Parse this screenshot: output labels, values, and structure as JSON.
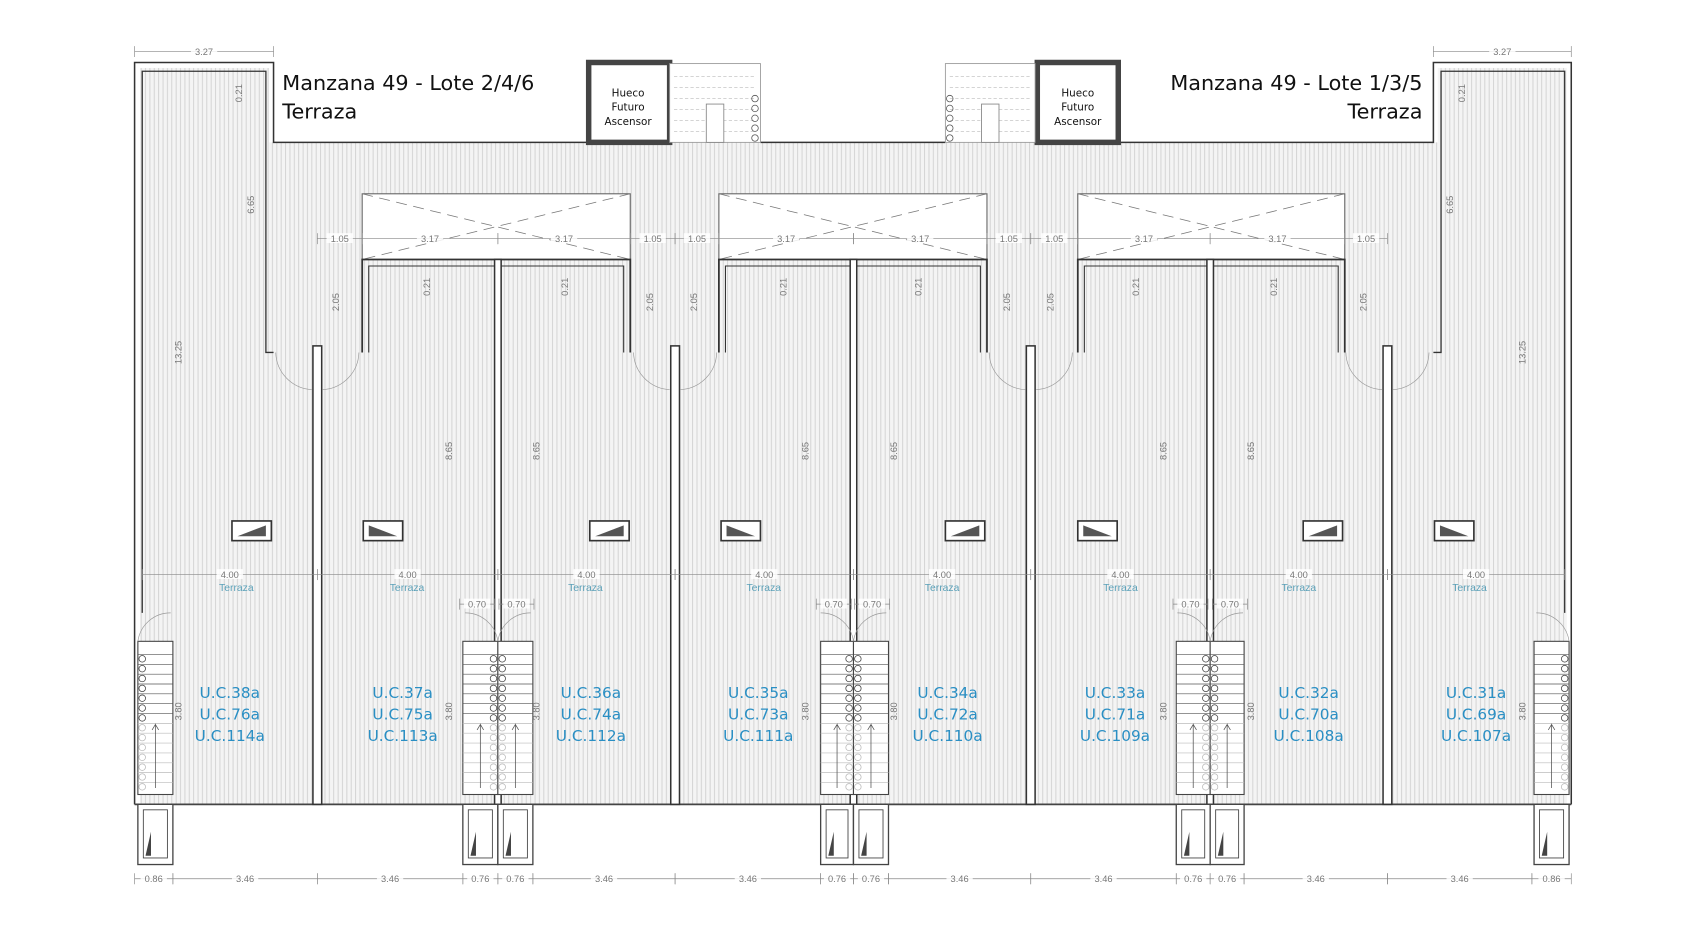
{
  "titles": {
    "left": {
      "line1": "Manzana 49 - Lote 2/4/6",
      "line2": "Terraza"
    },
    "right": {
      "line1": "Manzana 49 - Lote 1/3/5",
      "line2": "Terraza"
    }
  },
  "elevator": {
    "line1": "Hueco",
    "line2": "Futuro",
    "line3": "Ascensor"
  },
  "units": [
    {
      "room": "Terraza",
      "width": "4.00",
      "codes": [
        "U.C.38a",
        "U.C.76a",
        "U.C.114a"
      ]
    },
    {
      "room": "Terraza",
      "width": "4.00",
      "codes": [
        "U.C.37a",
        "U.C.75a",
        "U.C.113a"
      ]
    },
    {
      "room": "Terraza",
      "width": "4.00",
      "codes": [
        "U.C.36a",
        "U.C.74a",
        "U.C.112a"
      ]
    },
    {
      "room": "Terraza",
      "width": "4.00",
      "codes": [
        "U.C.35a",
        "U.C.73a",
        "U.C.111a"
      ]
    },
    {
      "room": "Terraza",
      "width": "4.00",
      "codes": [
        "U.C.34a",
        "U.C.72a",
        "U.C.110a"
      ]
    },
    {
      "room": "Terraza",
      "width": "4.00",
      "codes": [
        "U.C.33a",
        "U.C.71a",
        "U.C.109a"
      ]
    },
    {
      "room": "Terraza",
      "width": "4.00",
      "codes": [
        "U.C.32a",
        "U.C.70a",
        "U.C.108a"
      ]
    },
    {
      "room": "Terraza",
      "width": "4.00",
      "codes": [
        "U.C.31a",
        "U.C.69a",
        "U.C.107a"
      ]
    }
  ],
  "dimensions": {
    "tower_width": "3.27",
    "tower_wall": "0.21",
    "tower_upper": "6.65",
    "tower_total": "13.25",
    "recess_side": "1.05",
    "recess_half": "3.17",
    "recess_depth": "2.05",
    "room_wall": "0.21",
    "room_depth": "8.65",
    "stair_door": "0.70",
    "stair_length": "3.80",
    "bottom": [
      "0.86",
      "3.46",
      "3.46",
      "0.76",
      "0.76",
      "3.46",
      "3.46",
      "0.76",
      "0.76",
      "3.46",
      "3.46",
      "0.76",
      "0.76",
      "3.46",
      "3.46",
      "0.86"
    ]
  },
  "colors": {
    "unit_label": "#2a8fc4",
    "room_label": "#5aa0b8",
    "hatch": "#cfcfcf"
  }
}
